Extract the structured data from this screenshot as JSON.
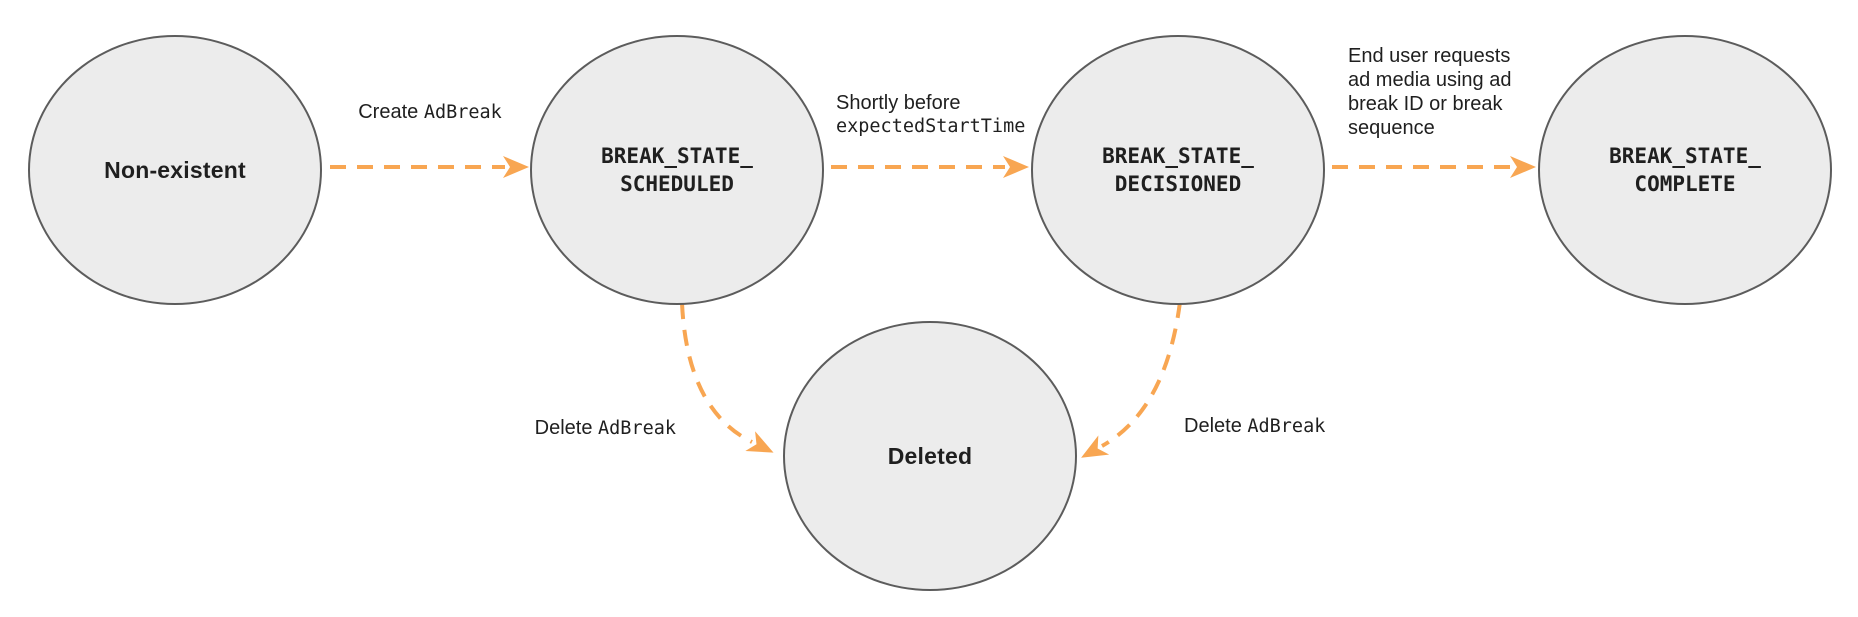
{
  "colors": {
    "arrow": "#F8A652",
    "node_fill": "#ECECEC",
    "node_border": "#5C5C5C",
    "text": "#1F1F1F"
  },
  "states": [
    {
      "id": "non-existent",
      "label": "Non-existent"
    },
    {
      "id": "break-state-scheduled",
      "lines": [
        "BREAK_STATE_",
        "SCHEDULED"
      ]
    },
    {
      "id": "break-state-decisioned",
      "lines": [
        "BREAK_STATE_",
        "DECISIONED"
      ]
    },
    {
      "id": "break-state-complete",
      "lines": [
        "BREAK_STATE_",
        "COMPLETE"
      ]
    },
    {
      "id": "deleted",
      "label": "Deleted"
    }
  ],
  "edges": [
    {
      "from": "non-existent",
      "to": "break-state-scheduled",
      "label": {
        "text": "Create ",
        "code": "AdBreak"
      }
    },
    {
      "from": "break-state-scheduled",
      "to": "break-state-decisioned",
      "label": {
        "line1": "Shortly before",
        "line2_code": "expectedStartTime"
      }
    },
    {
      "from": "break-state-decisioned",
      "to": "break-state-complete",
      "label": {
        "lines": [
          "End user requests",
          "ad media using ad",
          "break ID or break",
          "sequence"
        ]
      }
    },
    {
      "from": "break-state-scheduled",
      "to": "deleted",
      "label": {
        "text": "Delete ",
        "code": "AdBreak"
      }
    },
    {
      "from": "break-state-decisioned",
      "to": "deleted",
      "label": {
        "text": "Delete ",
        "code": "AdBreak"
      }
    }
  ]
}
